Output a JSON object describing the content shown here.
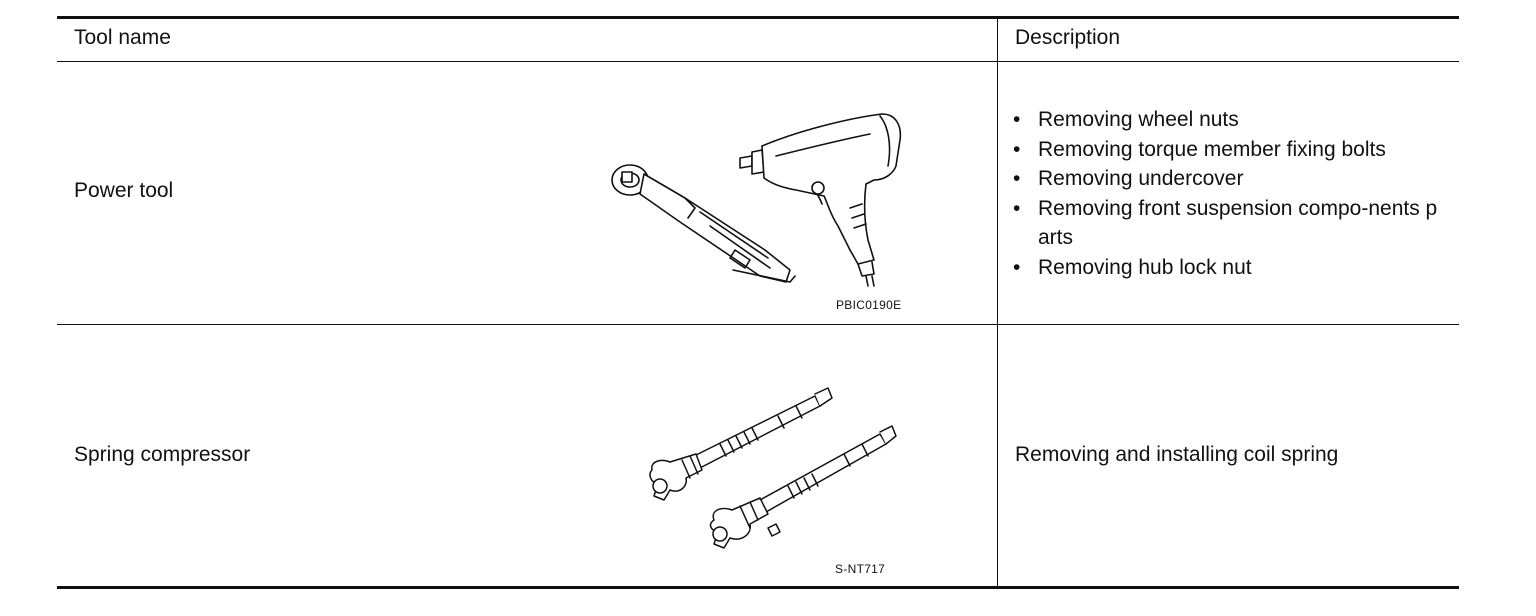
{
  "table": {
    "headers": {
      "tool_name": "Tool name",
      "description": "Description"
    },
    "rows": [
      {
        "tool": "Power tool",
        "figure_code": "PBIC0190E",
        "bullet": "•",
        "description_items": [
          "Removing wheel nuts",
          "Removing torque member fixing bolts",
          "Removing undercover",
          "Removing front suspension compo-nents parts",
          "Removing hub lock nut"
        ]
      },
      {
        "tool": "Spring compressor",
        "figure_code": "S-NT717",
        "description": "Removing and installing coil spring"
      }
    ]
  }
}
